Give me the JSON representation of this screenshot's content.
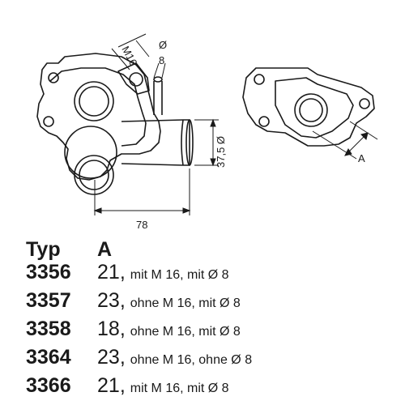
{
  "drawing": {
    "dim_thread": "M16",
    "dim_diameter_symbol": "Ø",
    "dim_diameter_value": "8",
    "dim_outlet": "37,5 Ø",
    "dim_width": "78",
    "dim_a": "A"
  },
  "table": {
    "header_typ": "Typ",
    "header_a": "A",
    "rows": [
      {
        "typ": "3356",
        "a": "21",
        "note": "mit M 16, mit Ø 8"
      },
      {
        "typ": "3357",
        "a": "23",
        "note": "ohne M 16, mit Ø 8"
      },
      {
        "typ": "3358",
        "a": "18",
        "note": "ohne M 16, mit Ø 8"
      },
      {
        "typ": "3364",
        "a": "23",
        "note": "ohne M 16, ohne Ø 8"
      },
      {
        "typ": "3366",
        "a": "21",
        "note": "mit M 16, mit Ø 8"
      }
    ]
  }
}
